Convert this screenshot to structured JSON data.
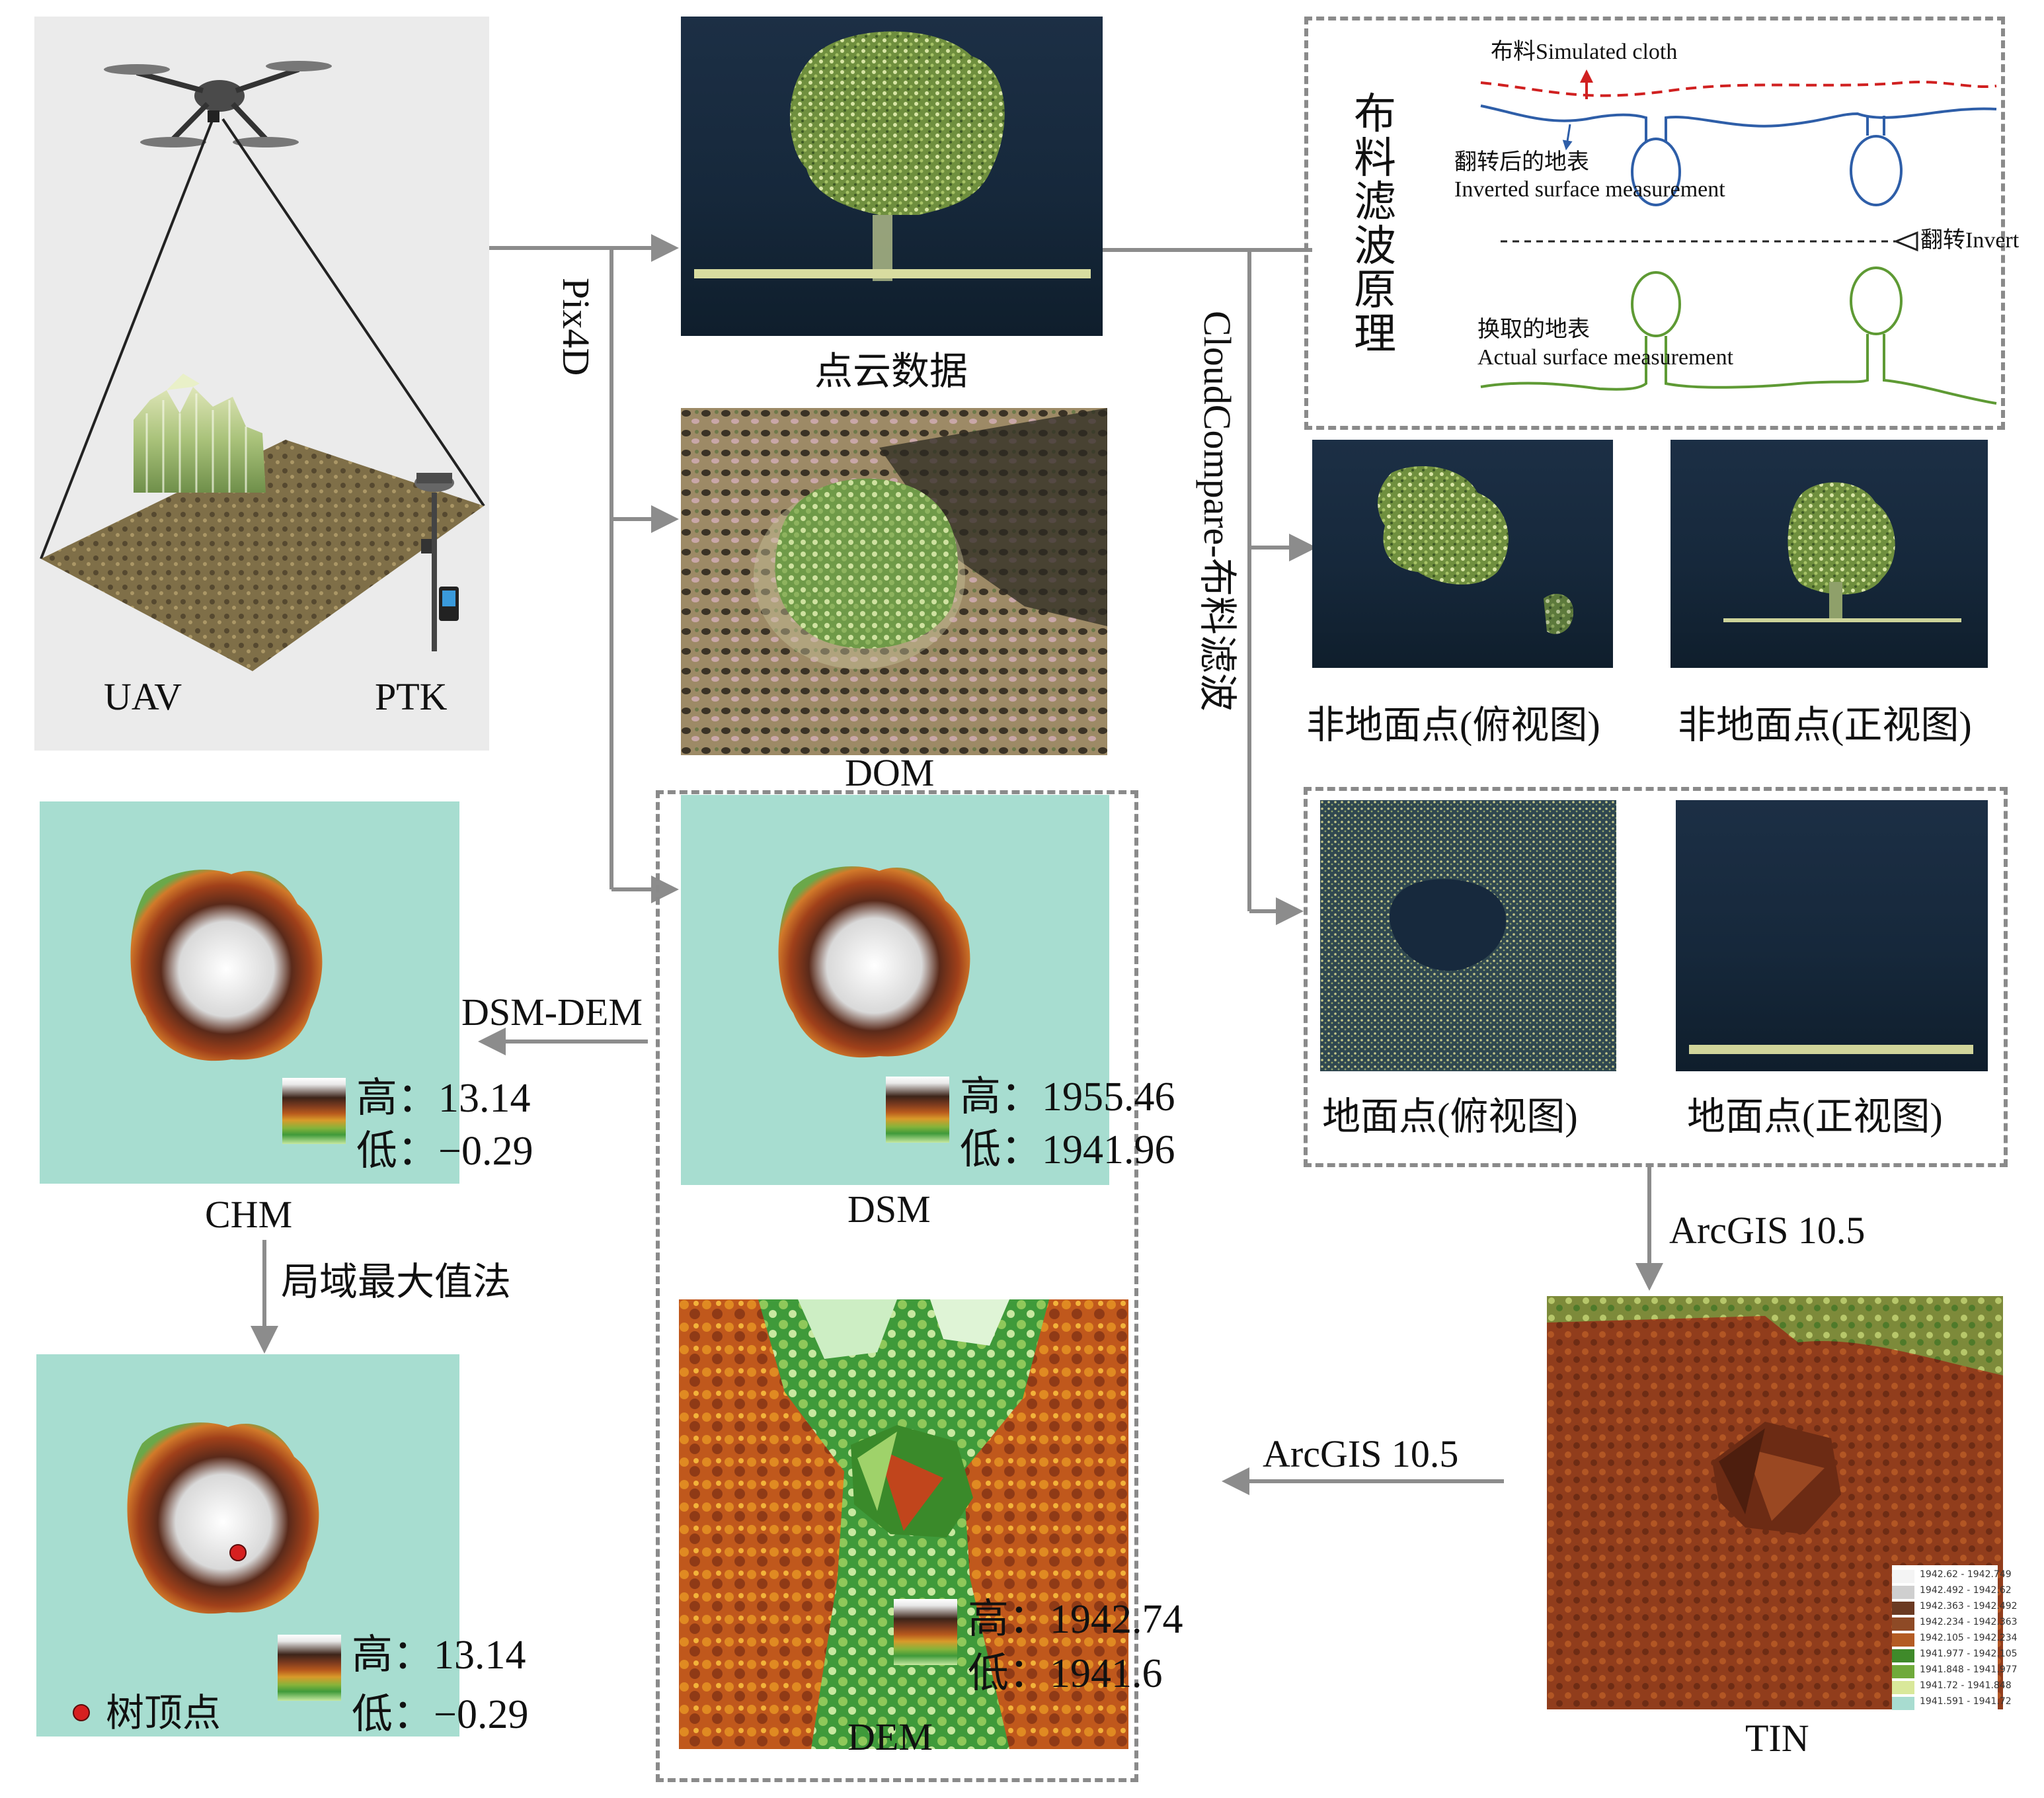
{
  "labels": {
    "uav": "UAV",
    "ptk": "PTK",
    "point_cloud": "点云数据",
    "dom": "DOM",
    "dsm": "DSM",
    "dem": "DEM",
    "chm": "CHM",
    "tin": "TIN",
    "nonground_top": "非地面点(俯视图)",
    "nonground_front": "非地面点(正视图)",
    "ground_top": "地面点(俯视图)",
    "ground_front": "地面点(正视图)"
  },
  "arrows": {
    "pix4d": "Pix4D",
    "cloudcompare": "CloudCompare-布料滤波",
    "dsm_dem": "DSM-DEM",
    "local_max": "局域最大值法",
    "arcgis_1": "ArcGIS 10.5",
    "arcgis_2": "ArcGIS 10.5"
  },
  "cloth_diagram": {
    "title": "布料滤波原理",
    "simulated_cloth": "布料Simulated cloth",
    "inverted_cn": "翻转后的地表",
    "inverted_en": "Inverted surface measurement",
    "invert": "翻转Invert",
    "actual_cn": "换取的地表",
    "actual_en": "Actual surface measurement"
  },
  "legends": {
    "chm": {
      "high": "高：13.14",
      "low": "低：−0.29"
    },
    "dsm": {
      "high": "高：1955.46",
      "low": "低：1941.96"
    },
    "chm_tree": {
      "high": "高：13.14",
      "low": "低：−0.29"
    },
    "dem": {
      "high": "高：1942.74",
      "low": "低：1941.6"
    }
  },
  "tree_top": {
    "label": "树顶点",
    "marker_color": "#d62020"
  },
  "tin_legend": [
    {
      "range": "1942.62 - 1942.749",
      "color": "#f4f4f4"
    },
    {
      "range": "1942.492 - 1942.62",
      "color": "#cfcfcf"
    },
    {
      "range": "1942.363 - 1942.492",
      "color": "#6b3a22"
    },
    {
      "range": "1942.234 - 1942.363",
      "color": "#8e4a26"
    },
    {
      "range": "1942.105 - 1942.234",
      "color": "#b45c24"
    },
    {
      "range": "1941.977 - 1942.105",
      "color": "#3f8a2a"
    },
    {
      "range": "1941.848 - 1941.977",
      "color": "#6faa3a"
    },
    {
      "range": "1941.72 - 1941.848",
      "color": "#d9e89a"
    },
    {
      "range": "1941.591 - 1941.72",
      "color": "#a8dcd0"
    }
  ],
  "colors": {
    "arrow": "#8c8c8c",
    "teal_bg": "#a7ddd0",
    "dark_bg": "#17293d",
    "cloth_red": "#d02020",
    "inverted_blue": "#2e5ea8",
    "actual_green": "#5e9a34"
  }
}
